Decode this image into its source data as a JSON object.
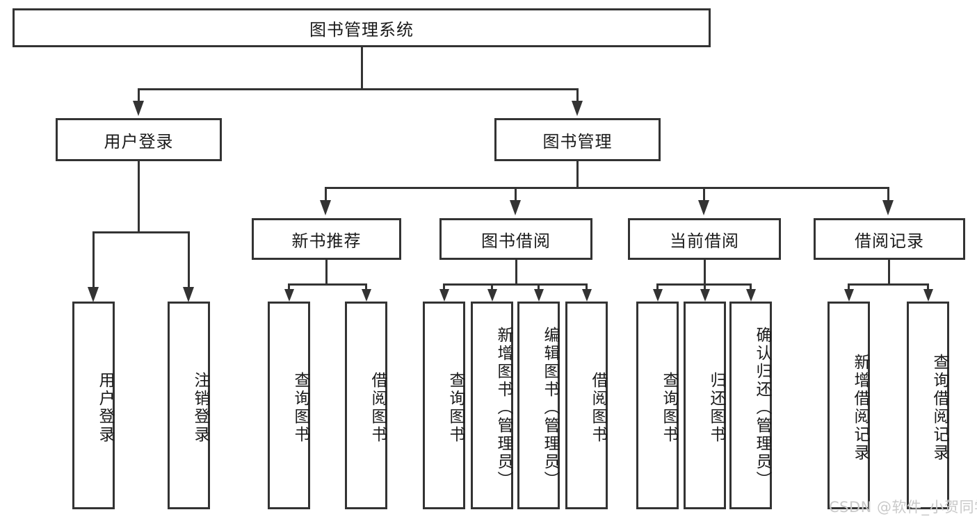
{
  "diagram": {
    "type": "tree-hierarchy-flowchart",
    "title": "图书管理系统",
    "root": {
      "label": "图书管理系统",
      "level": 1
    },
    "level2": [
      {
        "id": "user-login",
        "label": "用户登录"
      },
      {
        "id": "book-management",
        "label": "图书管理"
      }
    ],
    "level3": [
      {
        "id": "new-book-recommend",
        "label": "新书推荐",
        "parent": "book-management"
      },
      {
        "id": "book-borrow",
        "label": "图书借阅",
        "parent": "book-management"
      },
      {
        "id": "current-borrow",
        "label": "当前借阅",
        "parent": "book-management"
      },
      {
        "id": "borrow-record",
        "label": "借阅记录",
        "parent": "book-management"
      }
    ],
    "leaves": {
      "user-login": [
        {
          "id": "leaf-user-login",
          "label": "用户登录"
        },
        {
          "id": "leaf-user-logout",
          "label": "注销登录"
        }
      ],
      "new-book-recommend": [
        {
          "id": "leaf-query-book-1",
          "label": "查询图书"
        },
        {
          "id": "leaf-borrow-book-1",
          "label": "借阅图书"
        }
      ],
      "book-borrow": [
        {
          "id": "leaf-query-book-2",
          "label": "查询图书"
        },
        {
          "id": "leaf-add-book",
          "label": "新增图书（管理员）"
        },
        {
          "id": "leaf-edit-book",
          "label": "编辑图书（管理员）"
        },
        {
          "id": "leaf-borrow-book-2",
          "label": "借阅图书"
        }
      ],
      "current-borrow": [
        {
          "id": "leaf-query-book-3",
          "label": "查询图书"
        },
        {
          "id": "leaf-return-book",
          "label": "归还图书"
        },
        {
          "id": "leaf-confirm-return",
          "label": "确认归还（管理员）"
        }
      ],
      "borrow-record": [
        {
          "id": "leaf-add-record",
          "label": "新增借阅记录"
        },
        {
          "id": "leaf-query-record",
          "label": "查询借阅记录"
        }
      ]
    }
  },
  "watermark": {
    "text": "CSDN @软件_小贺同学",
    "color": "#c9c9c9"
  },
  "colors": {
    "stroke": "#333333",
    "fill": "#ffffff",
    "text": "#1a1a1a"
  }
}
